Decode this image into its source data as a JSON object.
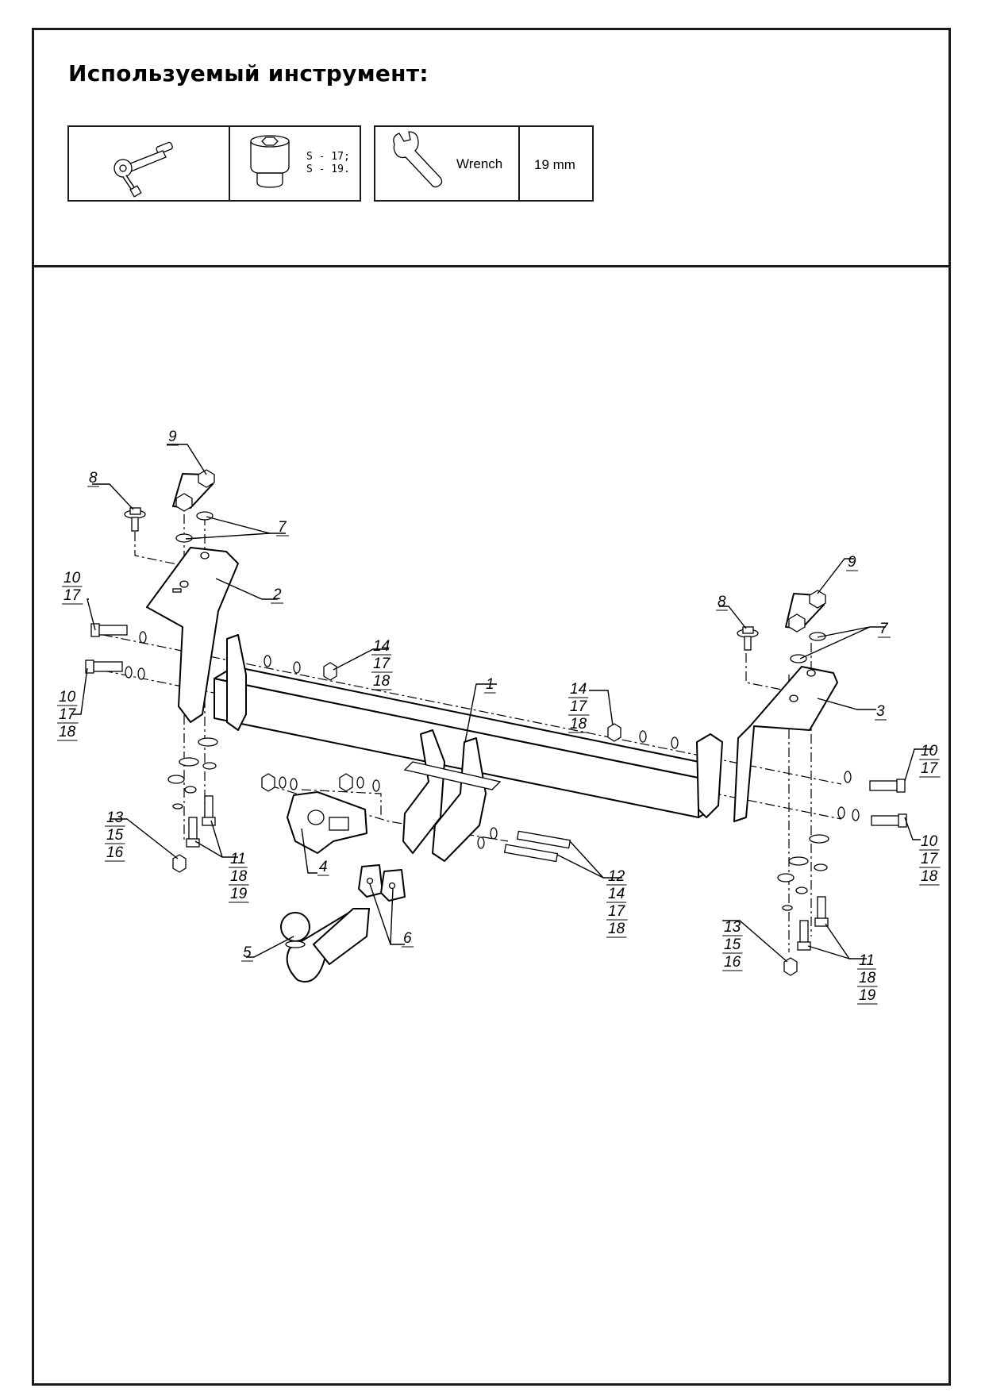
{
  "header": {
    "title": "Используемый инструмент:"
  },
  "tools": [
    {
      "icon": "ratchet-wrench-icon",
      "socket_icon": "socket-head-icon",
      "sizes": [
        "S - 17;",
        "S - 19."
      ]
    },
    {
      "icon": "open-end-wrench-icon",
      "label": "Wrench",
      "size": "19 mm"
    }
  ],
  "diagram": {
    "callouts": [
      {
        "id": "c1",
        "lines": [
          "1"
        ]
      },
      {
        "id": "c2",
        "lines": [
          "2"
        ]
      },
      {
        "id": "c3",
        "lines": [
          "3"
        ]
      },
      {
        "id": "c4",
        "lines": [
          "4"
        ]
      },
      {
        "id": "c5",
        "lines": [
          "5"
        ]
      },
      {
        "id": "c6",
        "lines": [
          "6"
        ]
      },
      {
        "id": "c7a",
        "lines": [
          "7"
        ]
      },
      {
        "id": "c7b",
        "lines": [
          "7"
        ]
      },
      {
        "id": "c8a",
        "lines": [
          "8"
        ]
      },
      {
        "id": "c8b",
        "lines": [
          "8"
        ]
      },
      {
        "id": "c9a",
        "lines": [
          "9"
        ]
      },
      {
        "id": "c9b",
        "lines": [
          "9"
        ]
      },
      {
        "id": "c10a",
        "lines": [
          "10",
          "17"
        ]
      },
      {
        "id": "c10b",
        "lines": [
          "10",
          "17",
          "18"
        ]
      },
      {
        "id": "c10c",
        "lines": [
          "10",
          "17"
        ]
      },
      {
        "id": "c10d",
        "lines": [
          "10",
          "17",
          "18"
        ]
      },
      {
        "id": "c11a",
        "lines": [
          "11",
          "18",
          "19"
        ]
      },
      {
        "id": "c11b",
        "lines": [
          "11",
          "18",
          "19"
        ]
      },
      {
        "id": "c12",
        "lines": [
          "12",
          "14",
          "17",
          "18"
        ]
      },
      {
        "id": "c13a",
        "lines": [
          "13",
          "15",
          "16"
        ]
      },
      {
        "id": "c13b",
        "lines": [
          "13",
          "15",
          "16"
        ]
      },
      {
        "id": "c14a",
        "lines": [
          "14",
          "17",
          "18"
        ]
      },
      {
        "id": "c14b",
        "lines": [
          "14",
          "17",
          "18"
        ]
      }
    ]
  }
}
